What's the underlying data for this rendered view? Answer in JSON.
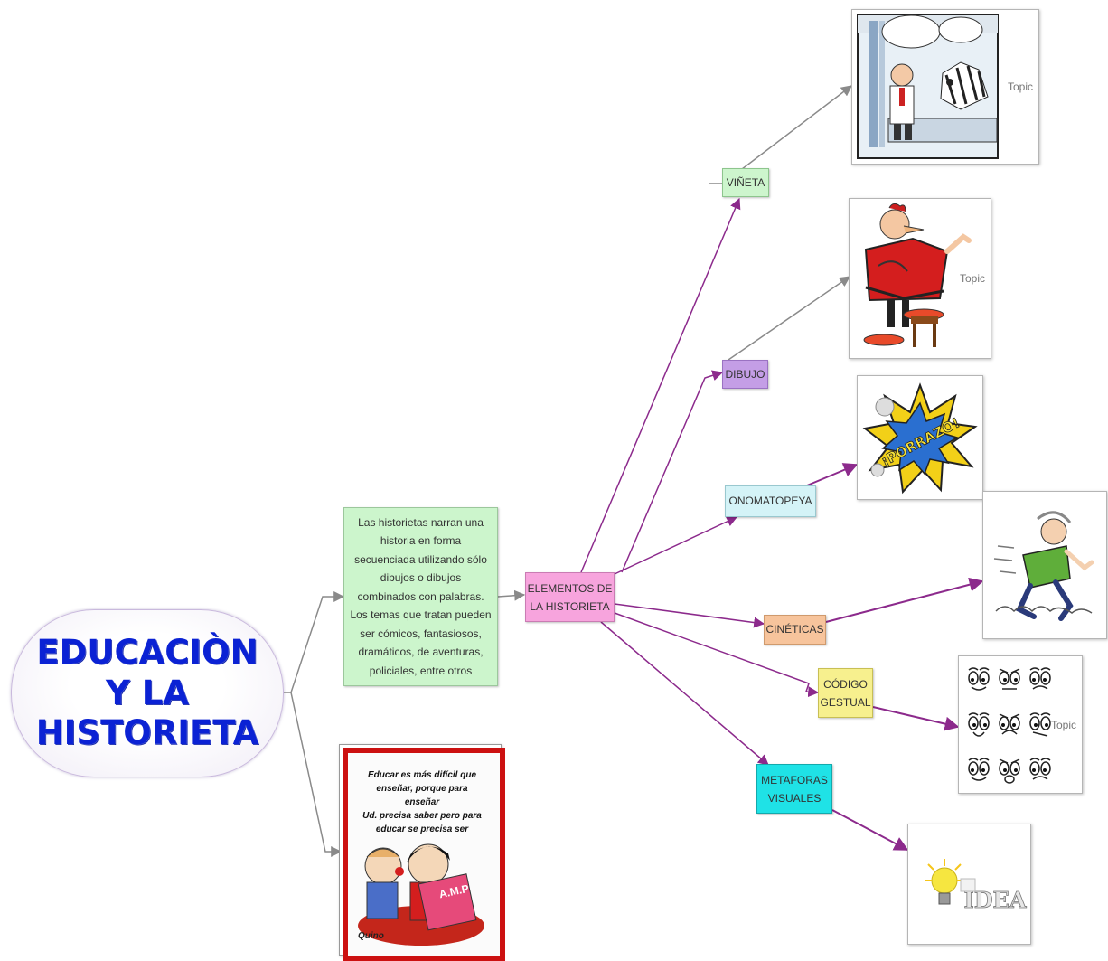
{
  "central": {
    "title": "EDUCACIÒN\nY LA\nHISTORIETA"
  },
  "description": {
    "text": "Las historietas narran una\nhistoria en forma\nsecuenciada utilizando sólo\ndibujos o dibujos\ncombinados con palabras.\nLos temas que tratan pueden\nser cómicos, fantasiosos,\ndramáticos, de aventuras,\npoliciales, entre otros"
  },
  "elements_node": {
    "label": "ELEMENTOS DE\nLA HISTORIETA"
  },
  "branches": [
    {
      "id": "vineta",
      "label": "VIÑETA",
      "color": "#cdf5cd"
    },
    {
      "id": "dibujo",
      "label": "DIBUJO",
      "color": "#c49ee6"
    },
    {
      "id": "onomatopeya",
      "label": "ONOMATOPEYA",
      "color": "#d4f3f7"
    },
    {
      "id": "cineticas",
      "label": "CINÉTICAS",
      "color": "#f7c49c"
    },
    {
      "id": "codigo",
      "label": "CÓDIGO\nGESTUAL",
      "color": "#f7f08e"
    },
    {
      "id": "metaforas",
      "label": "METAFORAS\nVISUALES",
      "color": "#1fe2e6"
    }
  ],
  "topic_labels": {
    "vineta": "Topic",
    "dibujo": "Topic",
    "codigo": "Topic"
  },
  "images": {
    "vineta": "comic-strip",
    "dibujo": "condorito-character",
    "onomatopeya": "cartoon-explosion",
    "cineticas": "running-man",
    "codigo": "cartoon-faces",
    "metaforas": "idea-lightbulb",
    "mafalda": "mafalda-quote-poster"
  },
  "quote": {
    "text": "Educar es más difícil que\nenseñar, porque para enseñar\nUd. precisa saber pero para\neducar se precisa ser",
    "sign": "Quino",
    "badge": "A.M.P",
    "frame_color": "#cc1111"
  },
  "onomatopeya_text": "¡PORRAZO!",
  "idea_word": "IDEA",
  "colors": {
    "central_text": "#0b22d4",
    "description_bg": "#ccf5cc",
    "elements_bg": "#f7a4dd",
    "link_gray": "#8a8a8a",
    "link_purple": "#8c2a8c"
  }
}
